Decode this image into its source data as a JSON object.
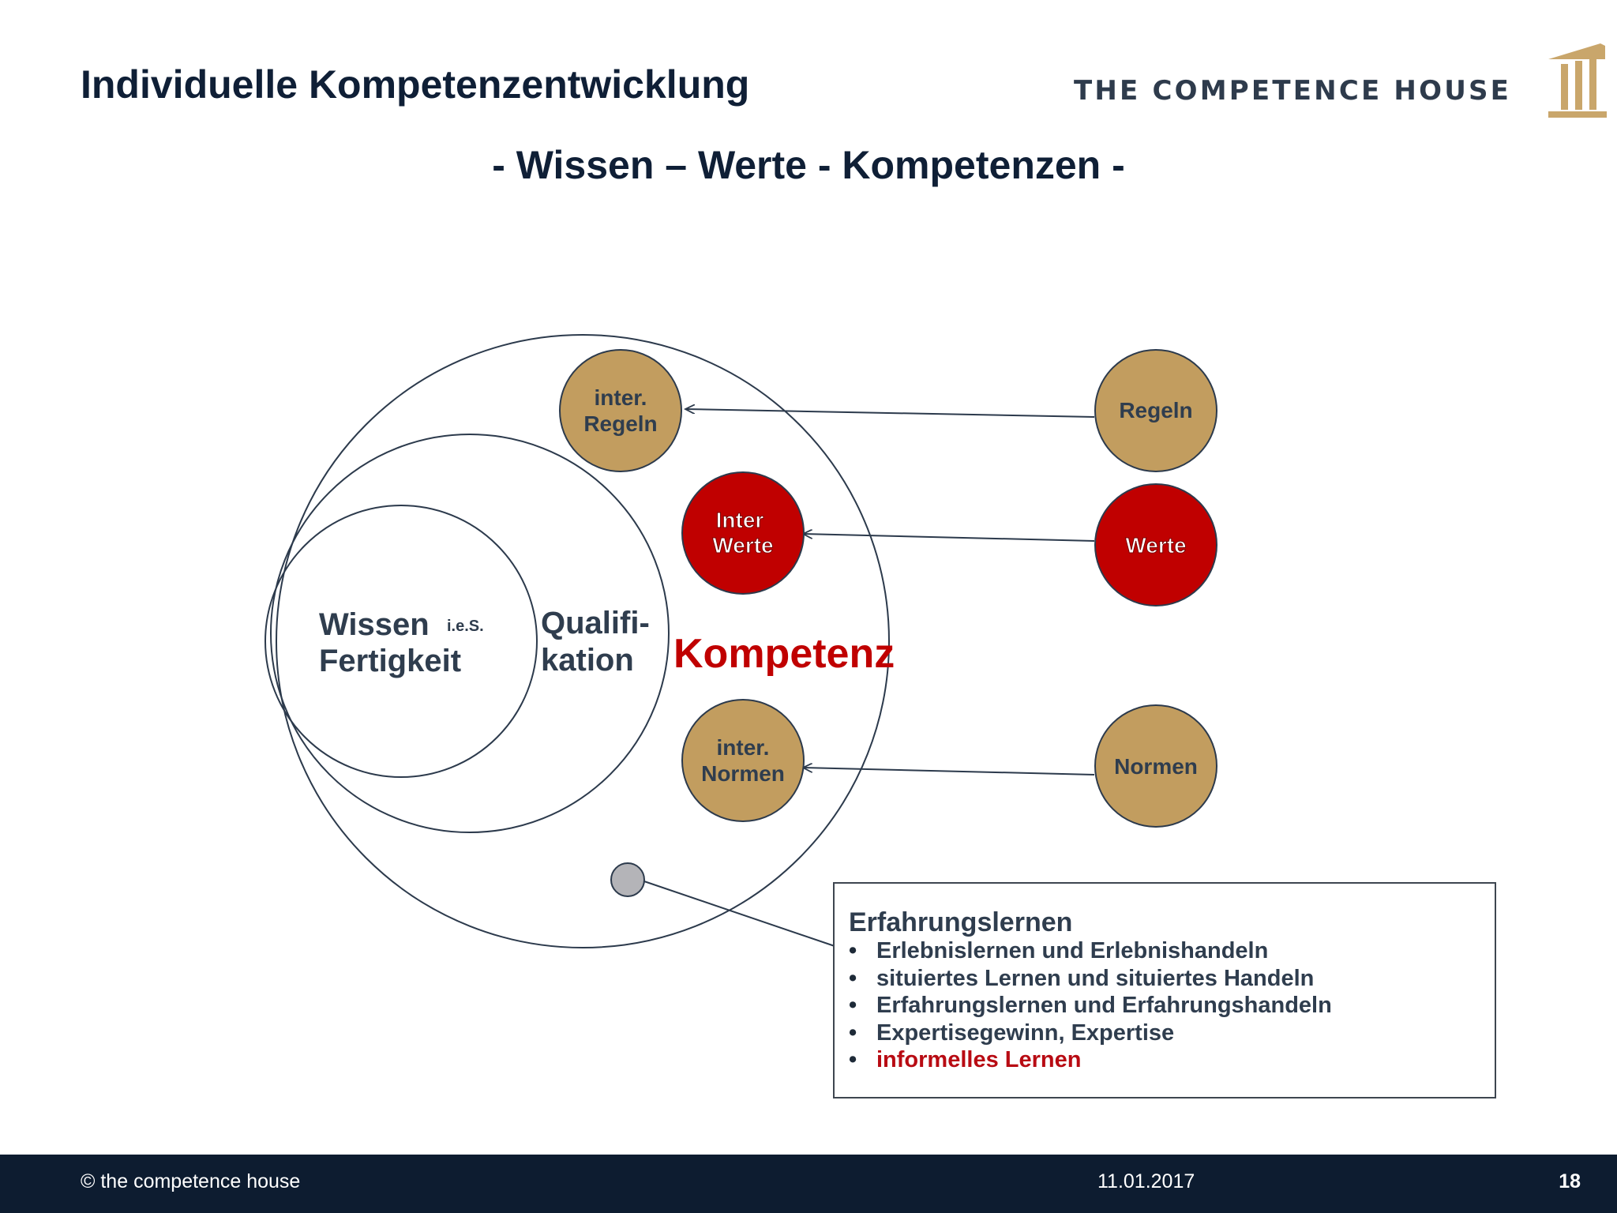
{
  "header": {
    "title": "Individuelle Kompetenzentwicklung",
    "logo_text": "THE COMPETENCE HOUSE",
    "logo_icon": "house-columns-icon"
  },
  "subtitle": "- Wissen – Werte - Kompetenzen -",
  "diagram": {
    "inner_circle": {
      "line1": "Wissen",
      "suffix": "i.e.S.",
      "line2": "Fertigkeit"
    },
    "middle_circle": {
      "line1": "Qualifi-",
      "line2": "kation"
    },
    "outer_circle": {
      "label": "Kompetenz"
    },
    "internal_nodes": {
      "regeln": {
        "line1": "inter.",
        "line2": "Regeln"
      },
      "werte": {
        "line1": "Inter",
        "line2": "Werte"
      },
      "normen": {
        "line1": "inter.",
        "line2": "Normen"
      }
    },
    "external_nodes": {
      "regeln": "Regeln",
      "werte": "Werte",
      "normen": "Normen"
    },
    "colors": {
      "gold": "#c29d5f",
      "red": "#c00000",
      "grey": "#b4b4b8",
      "dark_text": "#2f3d4e",
      "accent_red": "#c00000"
    }
  },
  "info_box": {
    "title": "Erfahrungslernen",
    "items": [
      {
        "text": "Erlebnislernen und Erlebnishandeln"
      },
      {
        "text": "situiertes Lernen und situiertes Handeln"
      },
      {
        "text": "Erfahrungslernen und Erfahrungshandeln"
      },
      {
        "text": "Expertisegewinn, Expertise"
      },
      {
        "text": "informelles Lernen",
        "highlight": true
      }
    ]
  },
  "footer": {
    "copyright": "© the competence house",
    "date": "11.01.2017",
    "page": "18"
  }
}
